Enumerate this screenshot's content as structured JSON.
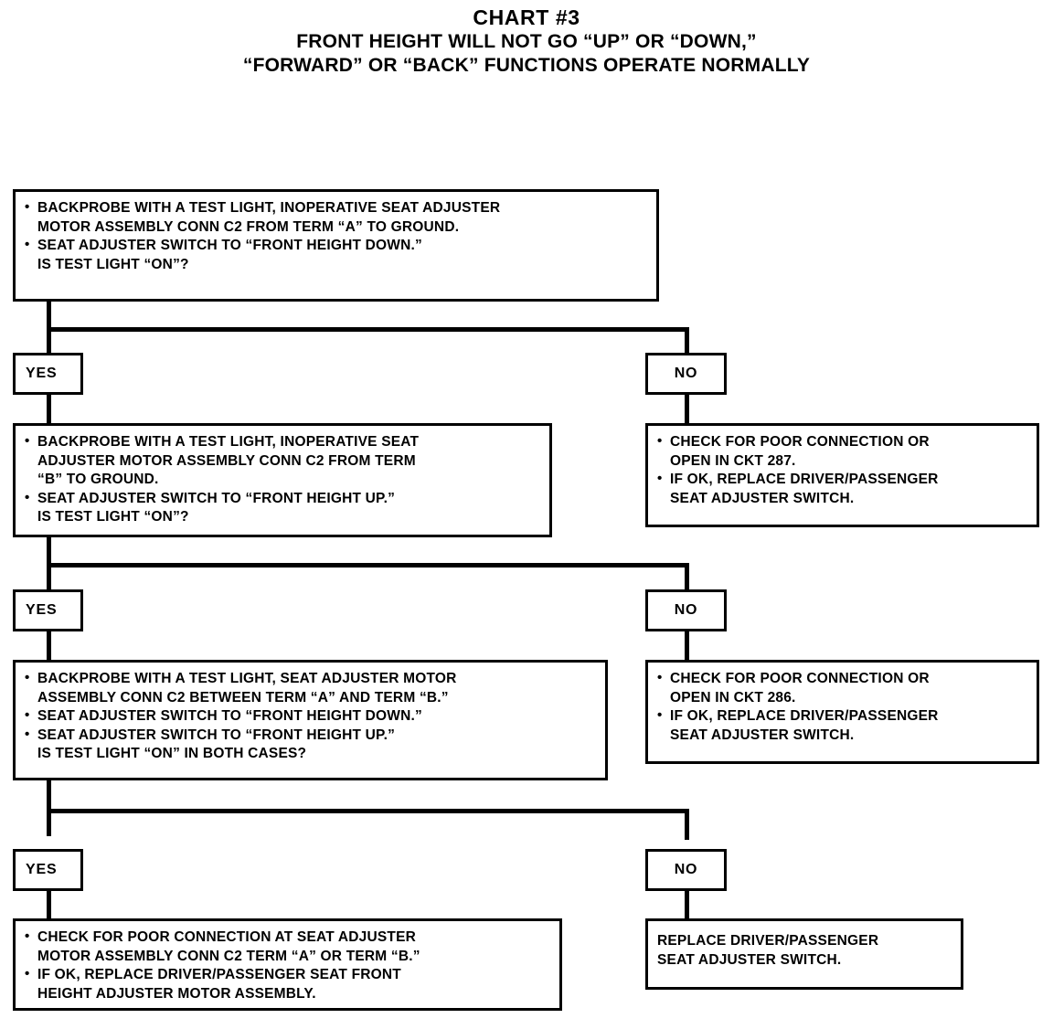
{
  "title": {
    "main": "CHART #3",
    "line2": "FRONT HEIGHT WILL NOT GO “UP” OR “DOWN,”",
    "line3": "“FORWARD” OR “BACK” FUNCTIONS OPERATE NORMALLY"
  },
  "labels": {
    "yes": "YES",
    "no": "NO"
  },
  "nodes": {
    "step1": {
      "lines": [
        "BACKPROBE WITH A TEST LIGHT, INOPERATIVE SEAT ADJUSTER\nMOTOR ASSEMBLY CONN C2 FROM TERM “A” TO GROUND.",
        "SEAT ADJUSTER SWITCH TO “FRONT HEIGHT DOWN.”\nIS TEST LIGHT “ON”?"
      ]
    },
    "step1_no": {
      "lines": [
        "CHECK FOR POOR CONNECTION OR\nOPEN IN CKT 287.",
        "IF OK, REPLACE DRIVER/PASSENGER\nSEAT ADJUSTER SWITCH."
      ]
    },
    "step2": {
      "lines": [
        "BACKPROBE WITH A TEST LIGHT, INOPERATIVE SEAT\nADJUSTER MOTOR ASSEMBLY CONN C2 FROM TERM\n“B” TO GROUND.",
        "SEAT ADJUSTER SWITCH TO “FRONT HEIGHT UP.”\nIS TEST LIGHT “ON”?"
      ]
    },
    "step2_no": {
      "lines": [
        "CHECK FOR POOR CONNECTION OR\nOPEN IN CKT 286.",
        "IF OK, REPLACE DRIVER/PASSENGER\nSEAT ADJUSTER SWITCH."
      ]
    },
    "step3": {
      "lines": [
        "BACKPROBE WITH A TEST LIGHT, SEAT ADJUSTER MOTOR\nASSEMBLY CONN C2 BETWEEN TERM “A” AND TERM “B.”",
        "SEAT ADJUSTER SWITCH TO “FRONT HEIGHT DOWN.”",
        "SEAT ADJUSTER SWITCH TO “FRONT HEIGHT UP.”\nIS TEST LIGHT “ON” IN BOTH CASES?"
      ]
    },
    "step3_no": {
      "lines": [
        "CHECK FOR POOR CONNECTION OR\nOPEN IN CKT 286.",
        "IF OK, REPLACE DRIVER/PASSENGER\nSEAT ADJUSTER SWITCH."
      ]
    },
    "step4_yes": {
      "lines": [
        "CHECK FOR POOR CONNECTION AT SEAT ADJUSTER\nMOTOR ASSEMBLY CONN C2 TERM “A” OR TERM “B.”",
        "IF OK, REPLACE DRIVER/PASSENGER SEAT FRONT\nHEIGHT ADJUSTER MOTOR ASSEMBLY."
      ]
    },
    "step4_no": {
      "plain": "REPLACE DRIVER/PASSENGER\nSEAT ADJUSTER SWITCH."
    }
  },
  "colors": {
    "ink": "#000000",
    "paper": "#ffffff"
  }
}
